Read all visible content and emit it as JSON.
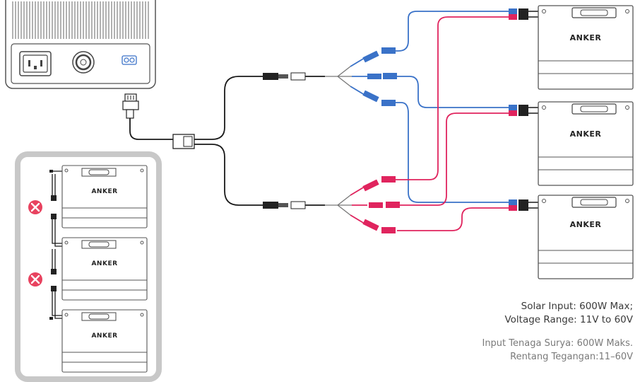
{
  "brand_label": "ANKER",
  "caption_en": {
    "line1": "Solar Input: 600W Max;",
    "line2": "Voltage Range: 11V to 60V"
  },
  "caption_id": {
    "line1": "Input Tenaga Surya: 600W Maks.",
    "line2": "Rentang Tegangan:11–60V"
  },
  "colors": {
    "positive_cable": "#e0245e",
    "negative_cable": "#3a72c8",
    "main_cable": "#1a1a1a",
    "incorrect_marker": "#e8425f",
    "panel_outline": "#555555",
    "inset_frame": "#c8c8c8"
  },
  "icons": {
    "incorrect": "x-circle-icon",
    "ac_outlet": "ac-outlet-icon",
    "knob": "knob-icon",
    "input_port": "input-port-icon"
  }
}
